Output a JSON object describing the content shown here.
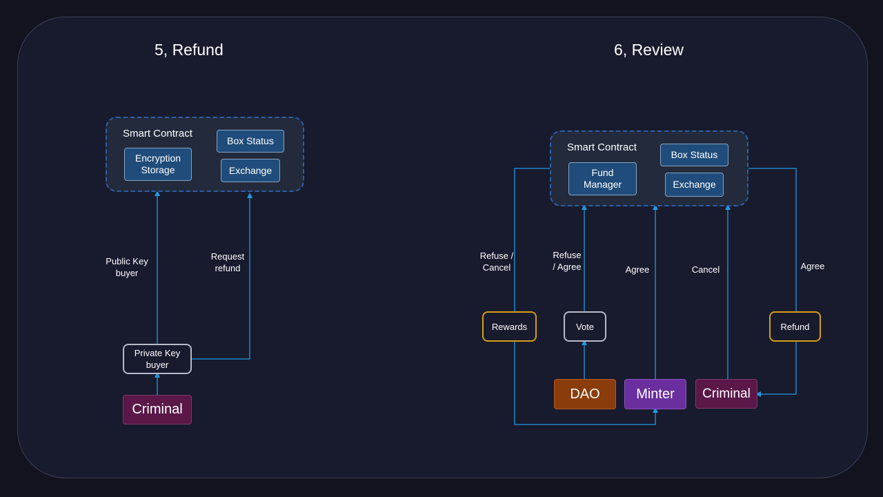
{
  "colors": {
    "background": "#13131f",
    "panel": "#181a2e",
    "contract_border": "#2e5fa8",
    "box_fill": "#1f4c7a",
    "arrow": "#1e9ce0",
    "gold": "#d4a017",
    "criminal": "#5a1748",
    "dao": "#8a3d0a",
    "minter": "#6a2e9e"
  },
  "left": {
    "title": "5, Refund",
    "contract": {
      "label": "Smart Contract",
      "encryption": "Encryption Storage",
      "box_status": "Box Status",
      "exchange": "Exchange"
    },
    "edge_public_key": "Public Key buyer",
    "edge_request": "Request refund",
    "private_key": "Private Key buyer",
    "criminal": "Criminal"
  },
  "right": {
    "title": "6, Review",
    "contract": {
      "label": "Smart Contract",
      "fund_manager": "Fund Manager",
      "box_status": "Box Status",
      "exchange": "Exchange"
    },
    "edge_refuse_cancel": "Refuse / Cancel",
    "edge_refuse_agree": "Refuse / Agree",
    "edge_agree_minter": "Agree",
    "edge_cancel": "Cancel",
    "edge_agree_refund": "Agree",
    "rewards": "Rewards",
    "vote": "Vote",
    "refund": "Refund",
    "dao": "DAO",
    "minter": "Minter",
    "criminal": "Criminal"
  }
}
